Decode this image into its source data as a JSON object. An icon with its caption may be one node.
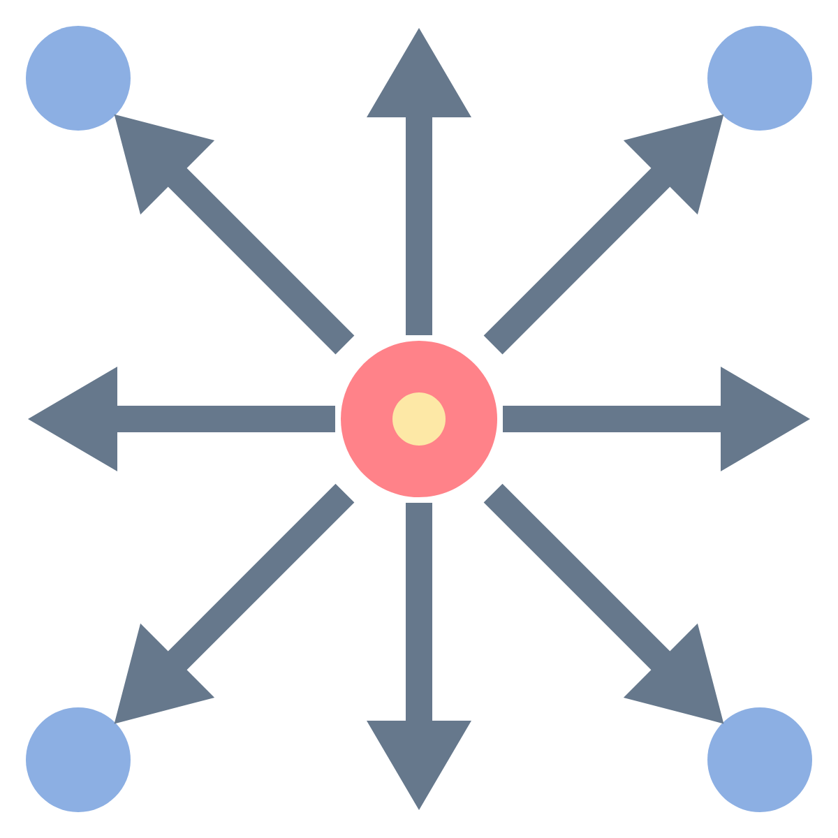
{
  "diagram": {
    "nodes": [
      {
        "text": [],
        "shape": "circle"
      },
      {
        "text": [],
        "shape": "circle"
      },
      {
        "text": [],
        "shape": "circle"
      },
      {
        "text": [],
        "shape": "circle"
      },
      {
        "text": [],
        "shape": "circle"
      }
    ],
    "edges": [
      {
        "from": 2,
        "to": null,
        "arrow": "to"
      },
      {
        "from": 2,
        "to": 1,
        "arrow": "to"
      },
      {
        "from": 2,
        "to": null,
        "arrow": "to"
      },
      {
        "from": 2,
        "to": 4,
        "arrow": "to"
      },
      {
        "from": 2,
        "to": null,
        "arrow": "to"
      },
      {
        "from": 2,
        "to": 3,
        "arrow": "to"
      },
      {
        "from": 2,
        "to": null,
        "arrow": "to"
      },
      {
        "from": 2,
        "to": 0,
        "arrow": "to"
      }
    ]
  }
}
